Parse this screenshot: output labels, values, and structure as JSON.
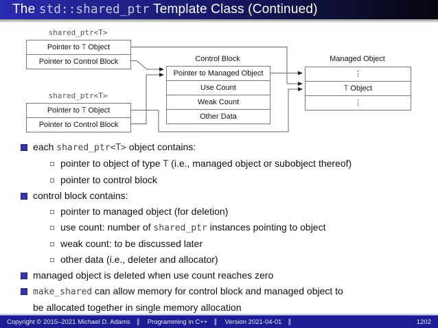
{
  "title": {
    "pre": "The ",
    "code": "std::shared_ptr",
    "post": " Template Class (Continued)"
  },
  "diagram": {
    "sp1": {
      "label": "shared_ptr<T>",
      "row1_pre": "Pointer to ",
      "row1_code": "T",
      "row1_post": " Object",
      "row2": "Pointer to Control Block"
    },
    "sp2": {
      "label": "shared_ptr<T>",
      "row1_pre": "Pointer to ",
      "row1_code": "T",
      "row1_post": " Object",
      "row2": "Pointer to Control Block"
    },
    "control_block": {
      "label": "Control Block",
      "rows": [
        "Pointer to Managed Object",
        "Use Count",
        "Weak Count",
        "Other Data"
      ]
    },
    "managed_object": {
      "label": "Managed Object",
      "dots_top": "⋮",
      "row_code": "T",
      "row_post": " Object",
      "dots_bottom": "⋮"
    }
  },
  "list": {
    "b1": {
      "pre": "each ",
      "code": "shared_ptr<T>",
      "post": " object contains:"
    },
    "s1a": {
      "pre": "pointer to object of type ",
      "code": "T",
      "post": " (i.e., managed object or subobject thereof)"
    },
    "s1b": {
      "text": "pointer to control block"
    },
    "b2": {
      "text": "control block contains:"
    },
    "s2a": {
      "text": "pointer to managed object (for deletion)"
    },
    "s2b": {
      "pre": "use count: number of ",
      "code": "shared_ptr",
      "post": " instances pointing to object"
    },
    "s2c": {
      "text": "weak count: to be discussed later"
    },
    "s2d": {
      "text": "other data (i.e., deleter and allocator)"
    },
    "b3": {
      "text": "managed object is deleted when use count reaches zero"
    },
    "b4": {
      "code": "make_shared",
      "post": " can allow memory for control block and managed object to",
      "post2": "be allocated together in single memory allocation"
    }
  },
  "footer": {
    "copyright": "Copyright © 2015–2021 Michael D. Adams",
    "sep": "∥",
    "course": "Programming in C++",
    "version": "Version 2021-04-01",
    "page": "1202"
  },
  "colors": {
    "titlebar_left": "#2b2bb2",
    "titlebar_right": "#06060e",
    "footer_bg": "#1c1c94",
    "bullet_square": "#3434b4",
    "diagram_line": "#666666"
  }
}
